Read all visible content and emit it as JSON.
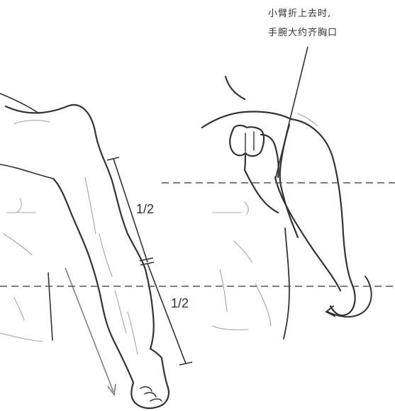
{
  "annotation": {
    "line1": "小臂折上去时,",
    "line2": "手腕大约齐胸口"
  },
  "proportion_labels": {
    "upper_arm": "1/2",
    "forearm": "1/2"
  },
  "colors": {
    "ink": "#333333",
    "sketch": "#9a9a9a",
    "dashed_guide": "#555555",
    "arrow": "#7a7a7a"
  }
}
